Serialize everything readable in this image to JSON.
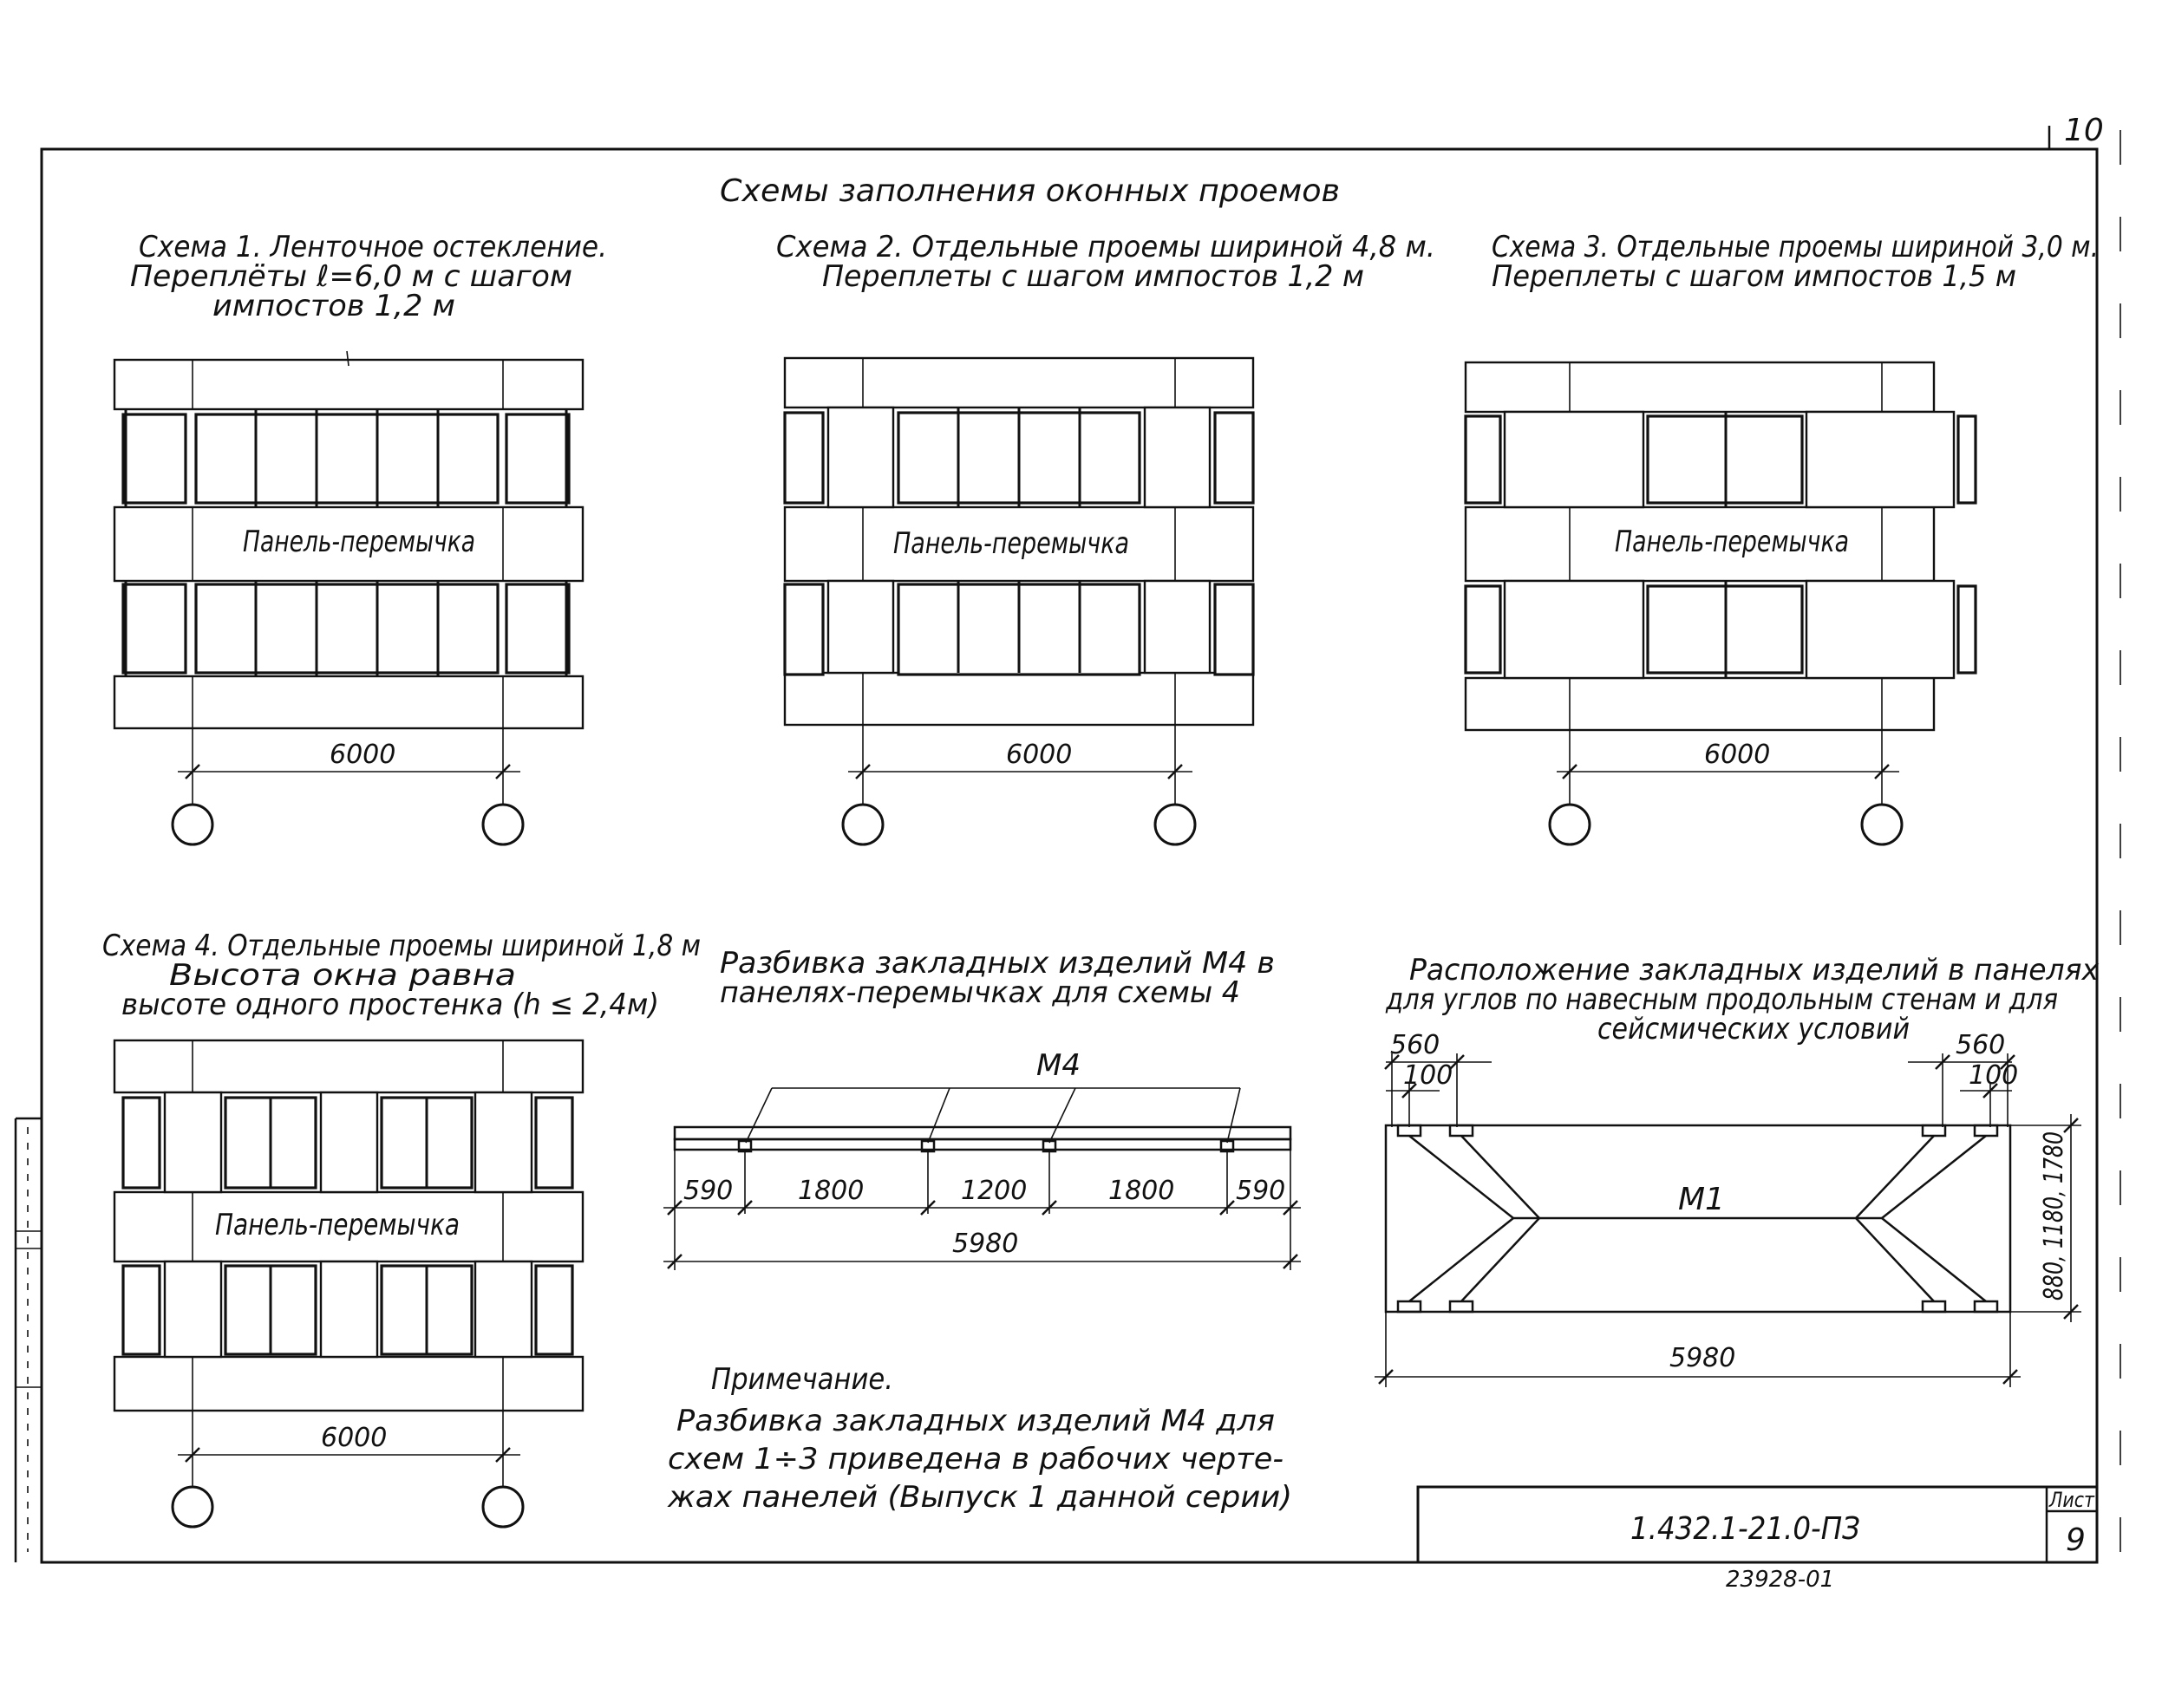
{
  "sheet": {
    "page_number_top": "10",
    "main_title": "Схемы заполнения оконных проемов",
    "stamp_code": "1.432.1-21.0-ПЗ",
    "stamp_sheet_label": "Лист",
    "stamp_sheet_number": "9",
    "bottom_code": "23928-01"
  },
  "scheme1": {
    "caption_line1": "Схема 1. Ленточное остекление.",
    "caption_line2": "Переплёты ℓ=6,0 м с шагом",
    "caption_line3": "импостов 1,2 м",
    "panel_label": "Панель-перемычка",
    "dim": "6000"
  },
  "scheme2": {
    "caption_line1": "Схема 2. Отдельные проемы шириной 4,8 м.",
    "caption_line2": "Переплеты с шагом импостов 1,2 м",
    "panel_label": "Панель-перемычка",
    "dim": "6000"
  },
  "scheme3": {
    "caption_line1": "Схема 3. Отдельные проемы шириной 3,0 м.",
    "caption_line2": "Переплеты с шагом импостов 1,5 м",
    "panel_label": "Панель-перемычка",
    "dim": "6000"
  },
  "scheme4": {
    "caption_line1": "Схема 4. Отдельные проемы шириной 1,8 м",
    "caption_line2": "Высота окна равна",
    "caption_line3": "высоте одного простенка (h ≤ 2,4м)",
    "panel_label": "Панель-перемычка",
    "dim": "6000"
  },
  "m4_layout": {
    "title_line1": "Разбивка закладных изделий М4 в",
    "title_line2": "панелях-перемычках для схемы 4",
    "item_label": "М4",
    "segments": [
      "590",
      "1800",
      "1200",
      "1800",
      "590"
    ],
    "total": "5980"
  },
  "note": {
    "title": "Примечание.",
    "line1": "Разбивка закладных изделий М4 для",
    "line2": "схем 1÷3 приведена в рабочих черте-",
    "line3": "жах панелей (Выпуск 1 данной серии)"
  },
  "m1_layout": {
    "title_line1": "Расположение закладных изделий в панелях",
    "title_line2": "для углов по навесным продольным стенам и для",
    "title_line3": "сейсмических условий",
    "left_dim_outer": "560",
    "left_dim_inner": "100",
    "right_dim_outer": "560",
    "right_dim_inner": "100",
    "item_label": "М1",
    "height_dim": "880, 1180, 1780",
    "total": "5980"
  }
}
